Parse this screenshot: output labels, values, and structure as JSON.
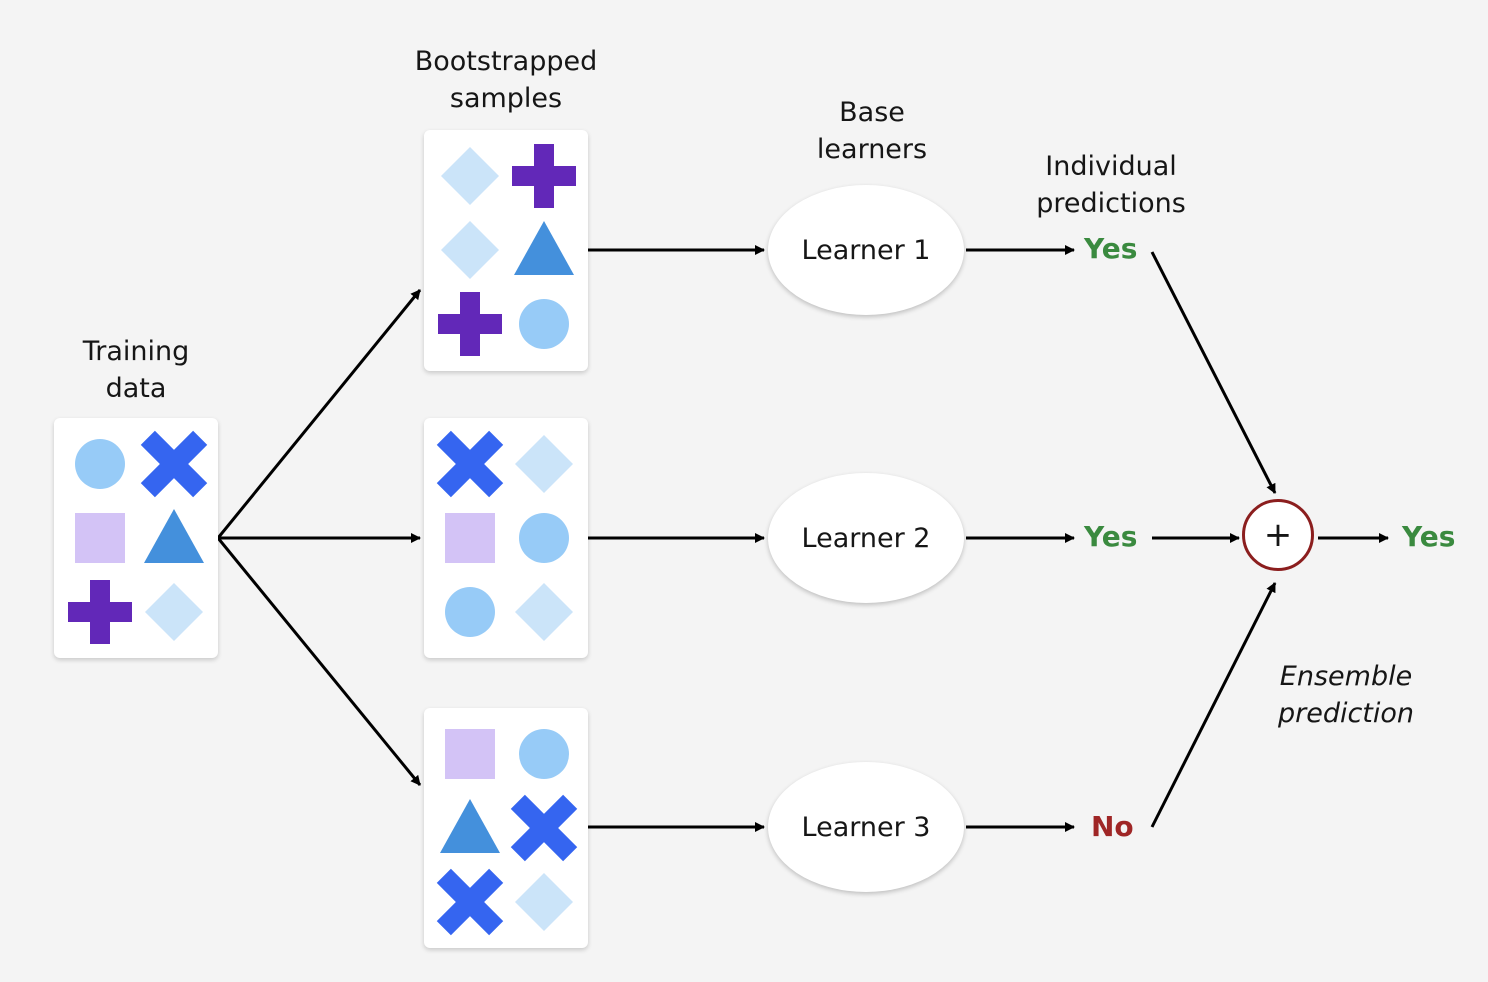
{
  "labels": {
    "training_data": "Training\ndata",
    "bootstrapped_samples": "Bootstrapped\nsamples",
    "base_learners": "Base\nlearners",
    "individual_predictions": "Individual\npredictions",
    "ensemble_prediction": "Ensemble\nprediction"
  },
  "learners": [
    "Learner 1",
    "Learner 2",
    "Learner 3"
  ],
  "predictions": [
    "Yes",
    "Yes",
    "No"
  ],
  "ensemble": {
    "operator": "+",
    "result": "Yes"
  },
  "shape_colors": {
    "circle": "#97cbf7",
    "x": "#3565f0",
    "square": "#d3c3f6",
    "triangle": "#4490dc",
    "plus": "#6228b8",
    "diamond": "#cbe4f9"
  },
  "cards": {
    "training": [
      "circle",
      "x",
      "square",
      "triangle",
      "plus",
      "diamond"
    ],
    "sample_1": [
      "diamond",
      "plus",
      "diamond",
      "triangle",
      "plus",
      "circle"
    ],
    "sample_2": [
      "x",
      "diamond",
      "square",
      "circle",
      "circle",
      "diamond"
    ],
    "sample_3": [
      "square",
      "circle",
      "triangle",
      "x",
      "x",
      "diamond"
    ]
  }
}
